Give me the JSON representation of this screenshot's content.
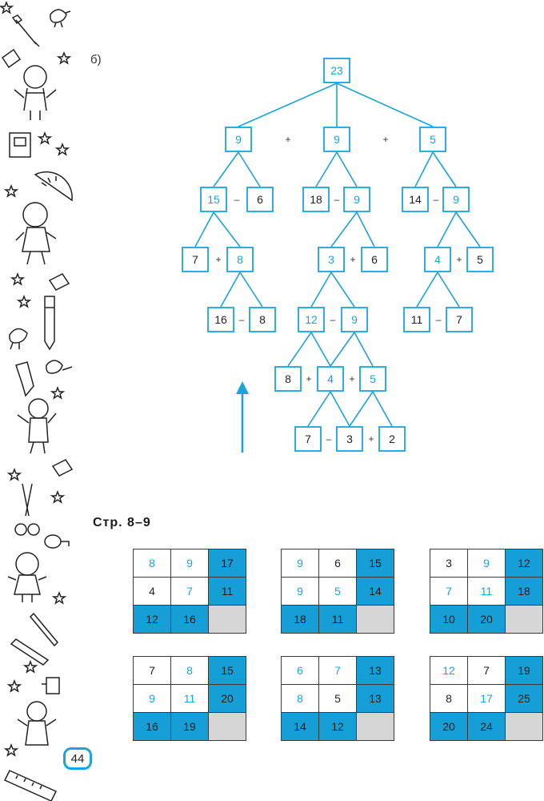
{
  "task_label": "б)",
  "page_ref": "Стр.  8–9",
  "page_number": "44",
  "colors": {
    "accent": "#1aa3dc",
    "fill": "#169fd6",
    "empty_cell": "#d6d6d6",
    "text": "#222222"
  },
  "tree": {
    "root": "23",
    "level1": [
      "9",
      "9",
      "5"
    ],
    "ops_level1": [
      "+",
      "+"
    ],
    "branch_left": {
      "row2": [
        "15",
        "–",
        "6"
      ],
      "row3": [
        "7",
        "+",
        "8"
      ],
      "row4": [
        "16",
        "–",
        "8"
      ]
    },
    "branch_mid": {
      "row2": [
        "18",
        "–",
        "9"
      ],
      "row3": [
        "3",
        "+",
        "6"
      ],
      "row4": [
        "12",
        "–",
        "9"
      ],
      "row5": [
        "8",
        "+",
        "4",
        "+",
        "5"
      ],
      "row6": [
        "7",
        "–",
        "3",
        "+",
        "2"
      ]
    },
    "branch_right": {
      "row2": [
        "14",
        "–",
        "9"
      ],
      "row3": [
        "4",
        "+",
        "5"
      ],
      "row4": [
        "11",
        "–",
        "7"
      ]
    }
  },
  "grids": [
    {
      "cells": [
        [
          "8",
          "9",
          "17"
        ],
        [
          "4",
          "7",
          "11"
        ],
        [
          "12",
          "16",
          ""
        ]
      ],
      "styles": [
        [
          "cyan",
          "cyan",
          "blue"
        ],
        [
          "black",
          "cyan",
          "blue"
        ],
        [
          "blue",
          "blue",
          "gray"
        ]
      ]
    },
    {
      "cells": [
        [
          "9",
          "6",
          "15"
        ],
        [
          "9",
          "5",
          "14"
        ],
        [
          "18",
          "11",
          ""
        ]
      ],
      "styles": [
        [
          "cyan",
          "black",
          "blue"
        ],
        [
          "cyan",
          "cyan",
          "blue"
        ],
        [
          "blue",
          "blue",
          "gray"
        ]
      ]
    },
    {
      "cells": [
        [
          "3",
          "9",
          "12"
        ],
        [
          "7",
          "11",
          "18"
        ],
        [
          "10",
          "20",
          ""
        ]
      ],
      "styles": [
        [
          "black",
          "cyan",
          "blue"
        ],
        [
          "cyan",
          "cyan",
          "blue"
        ],
        [
          "blue",
          "blue",
          "gray"
        ]
      ]
    },
    {
      "cells": [
        [
          "7",
          "8",
          "15"
        ],
        [
          "9",
          "11",
          "20"
        ],
        [
          "16",
          "19",
          ""
        ]
      ],
      "styles": [
        [
          "black",
          "cyan",
          "blue"
        ],
        [
          "cyan",
          "cyan",
          "blue"
        ],
        [
          "blue",
          "blue",
          "gray"
        ]
      ]
    },
    {
      "cells": [
        [
          "6",
          "7",
          "13"
        ],
        [
          "8",
          "5",
          "13"
        ],
        [
          "14",
          "12",
          ""
        ]
      ],
      "styles": [
        [
          "cyan",
          "cyan",
          "blue"
        ],
        [
          "cyan",
          "black",
          "blue"
        ],
        [
          "blue",
          "blue",
          "gray"
        ]
      ]
    },
    {
      "cells": [
        [
          "12",
          "7",
          "19"
        ],
        [
          "8",
          "17",
          "25"
        ],
        [
          "20",
          "24",
          ""
        ]
      ],
      "styles": [
        [
          "cyan",
          "black",
          "blue"
        ],
        [
          "black",
          "cyan",
          "blue"
        ],
        [
          "blue",
          "blue",
          "gray"
        ]
      ]
    }
  ]
}
